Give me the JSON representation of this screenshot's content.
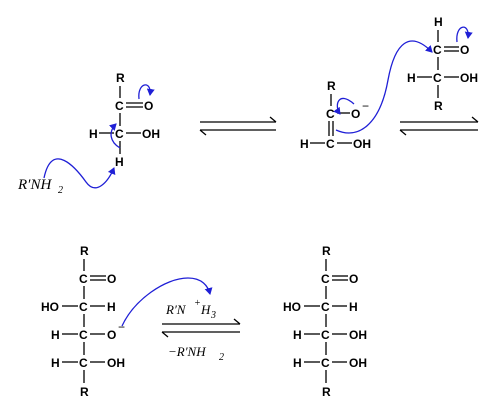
{
  "atoms": {
    "R": "R",
    "C": "C",
    "O": "O",
    "H": "H",
    "OH": "OH",
    "HO": "HO"
  },
  "reagents": {
    "amine_left": "R′NH",
    "amine_left_sub": "2",
    "eq_top": "R′N",
    "eq_top_sup": "+",
    "eq_top_tail": "H",
    "eq_top_sub": "3",
    "eq_bottom": "−R′NH",
    "eq_bottom_sub": "2"
  },
  "charges": {
    "minus": "−"
  },
  "colors": {
    "arrow": "#1f1fd6",
    "text": "#000000"
  }
}
